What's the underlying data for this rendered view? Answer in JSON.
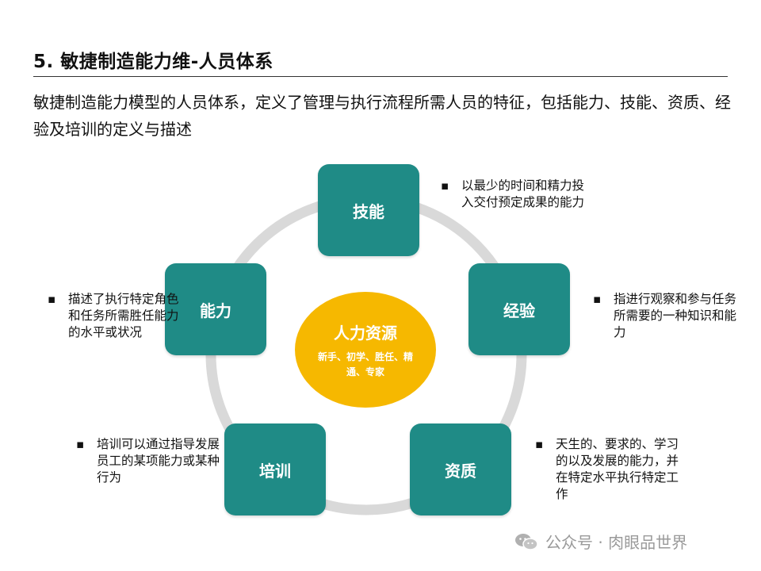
{
  "slide": {
    "title": "5. 敏捷制造能力维-人员体系",
    "intro": "敏捷制造能力模型的人员体系，定义了管理与执行流程所需人员的特征，包括能力、技能、资质、经验及培训的定义与描述"
  },
  "center": {
    "label": "人力资源",
    "sub": "新手、初学、胜任、精通、专家"
  },
  "nodes": [
    {
      "label": "技能",
      "description": "以最少的时间和精力投入交付预定成果的能力"
    },
    {
      "label": "经验",
      "description": "指进行观察和参与任务所需要的一种知识和能力"
    },
    {
      "label": "资质",
      "description": "天生的、要求的、学习的以及发展的能力，并在特定水平执行特定工作"
    },
    {
      "label": "培训",
      "description": "培训可以通过指导发展员工的某项能力或某种行为"
    },
    {
      "label": "能力",
      "description": "描述了执行特定角色和任务所需胜任能力的水平或状况"
    }
  ],
  "bullet_char": "▪",
  "watermark": {
    "text": "公众号 · 肉眼品世界",
    "icon": "wechat-icon"
  },
  "colors": {
    "node": "#1f8b86",
    "center": "#f6b800",
    "ring": "#d9d9d9",
    "watermark": "#9a9a9a"
  }
}
